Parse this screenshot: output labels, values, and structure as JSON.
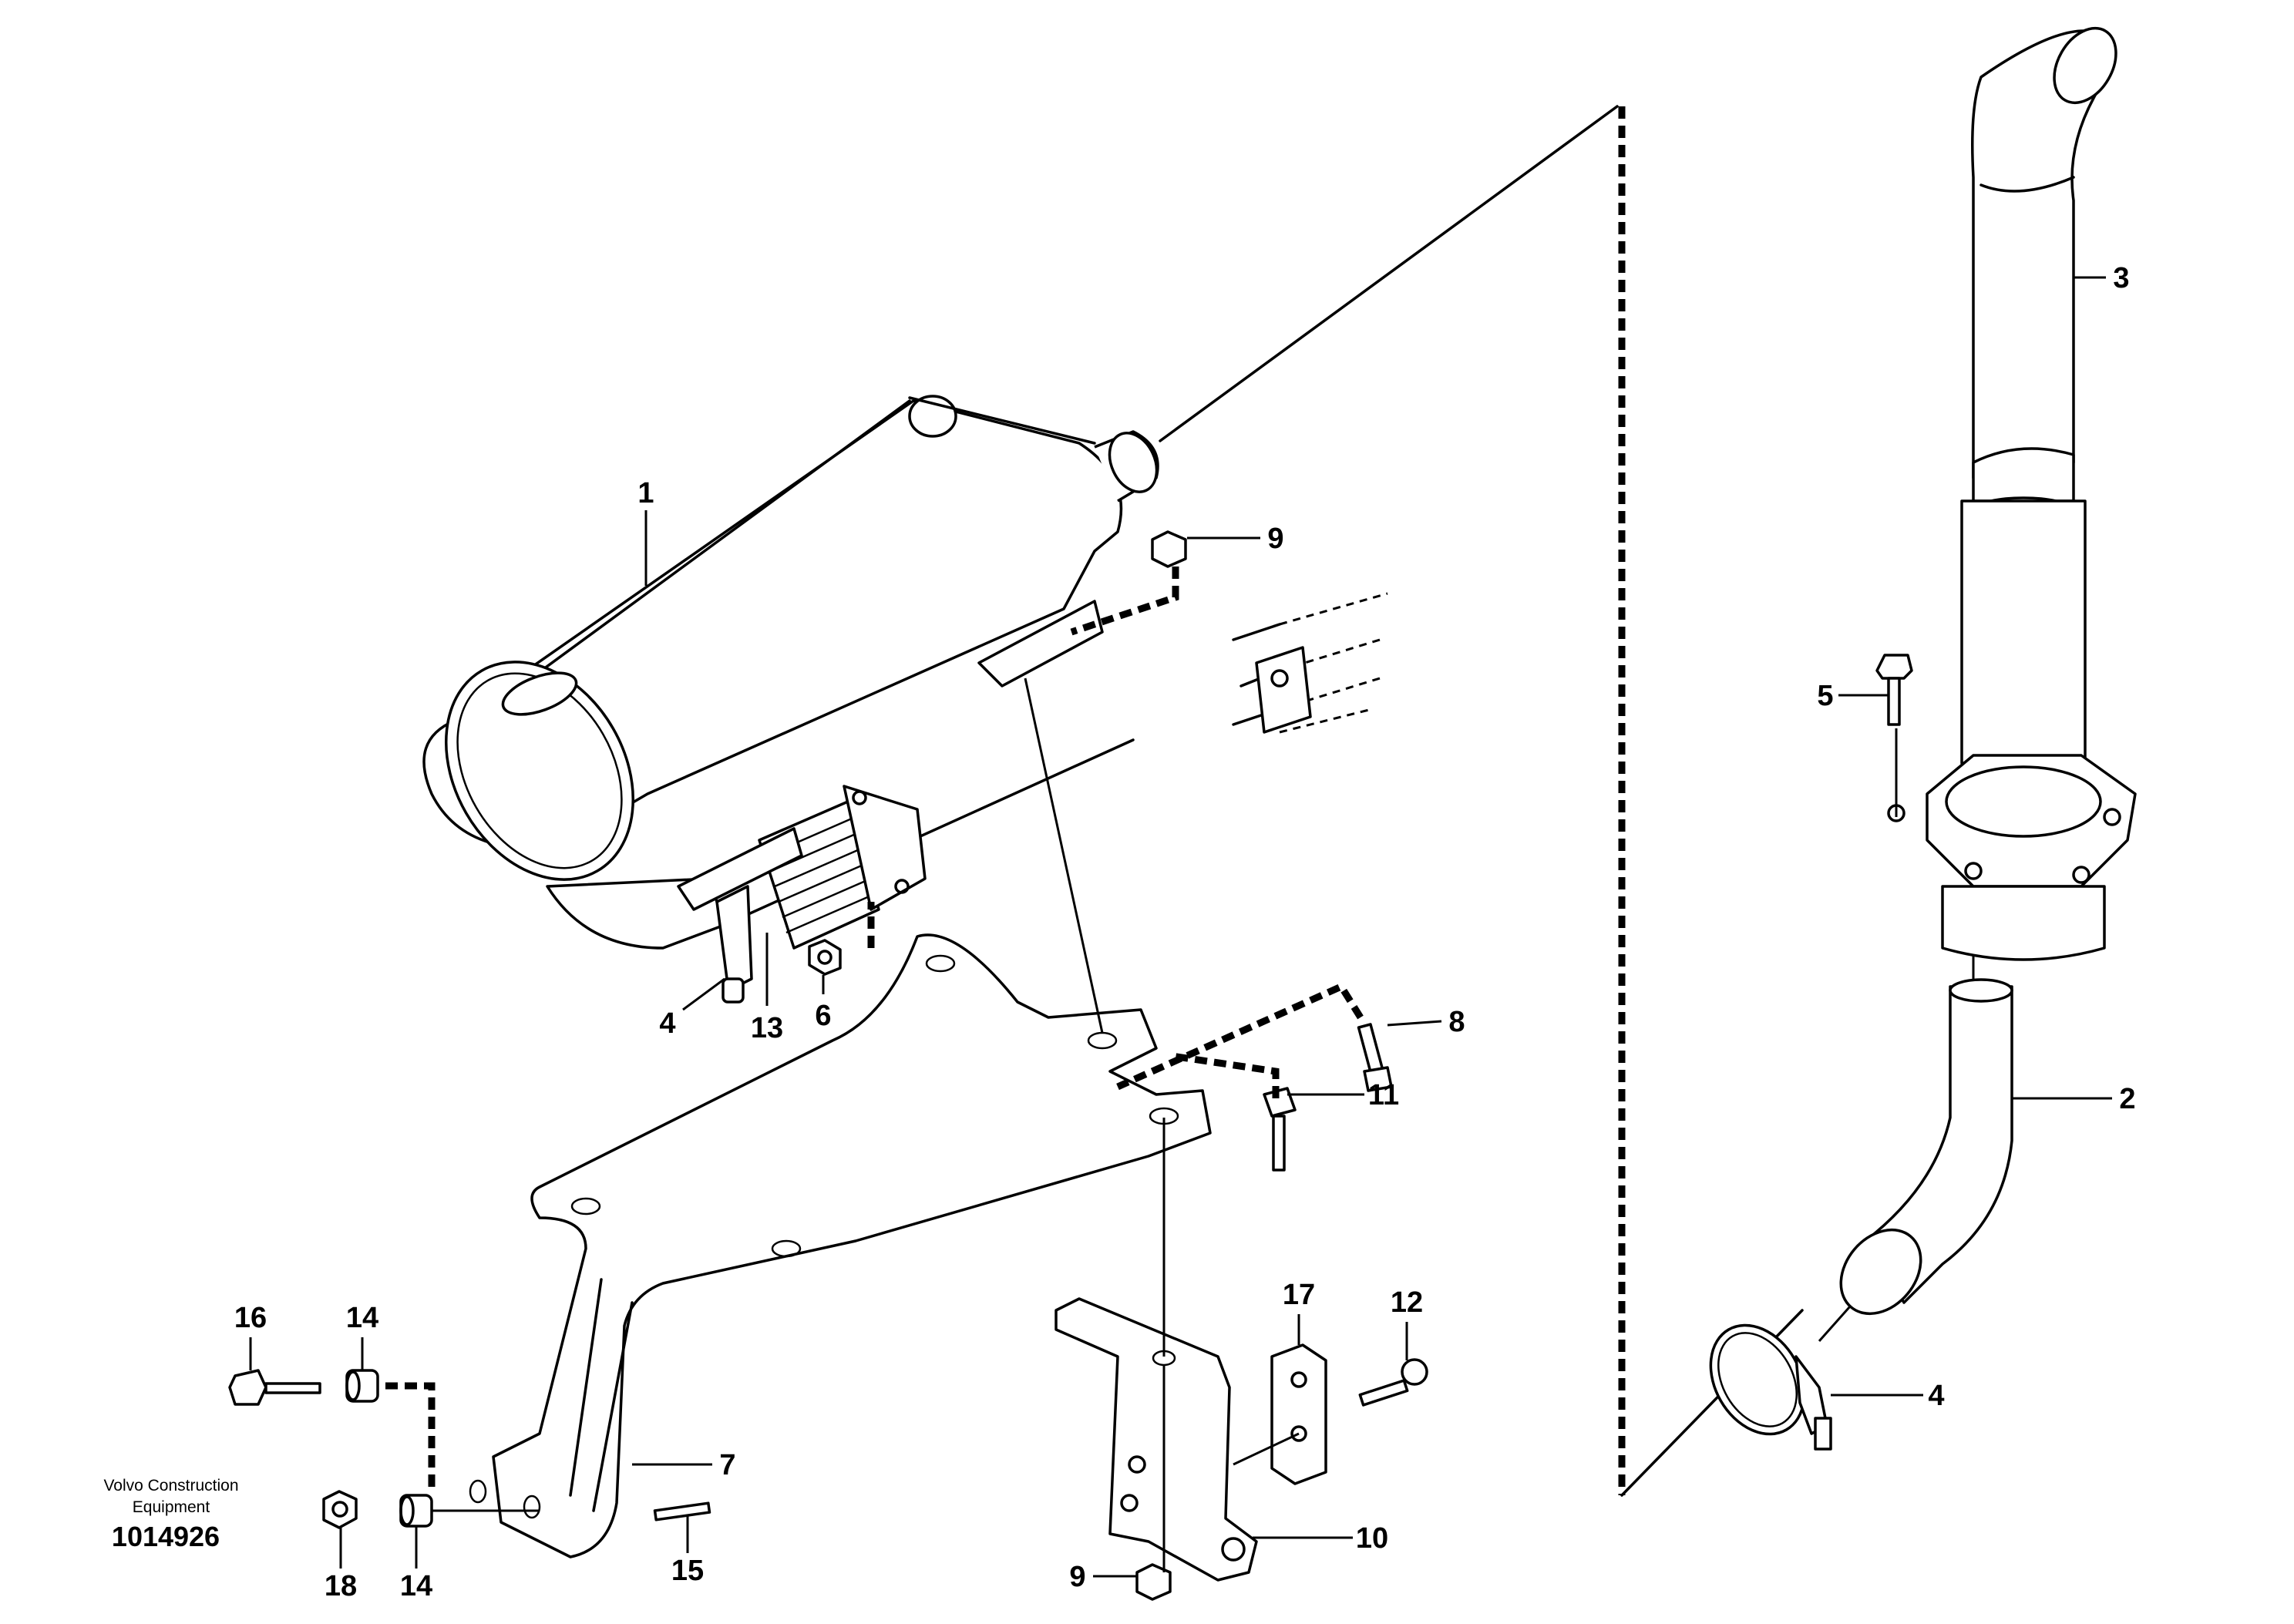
{
  "callouts": {
    "c1": "1",
    "c2": "2",
    "c3": "3",
    "c4a": "4",
    "c4b": "4",
    "c5": "5",
    "c6": "6",
    "c7": "7",
    "c8": "8",
    "c9a": "9",
    "c9b": "9",
    "c10": "10",
    "c11": "11",
    "c12": "12",
    "c13": "13",
    "c14a": "14",
    "c14b": "14",
    "c15": "15",
    "c16": "16",
    "c17": "17",
    "c18": "18"
  },
  "footer": {
    "brand_line1": "Volvo Construction",
    "brand_line2": "Equipment",
    "doc_number": "1014926"
  }
}
